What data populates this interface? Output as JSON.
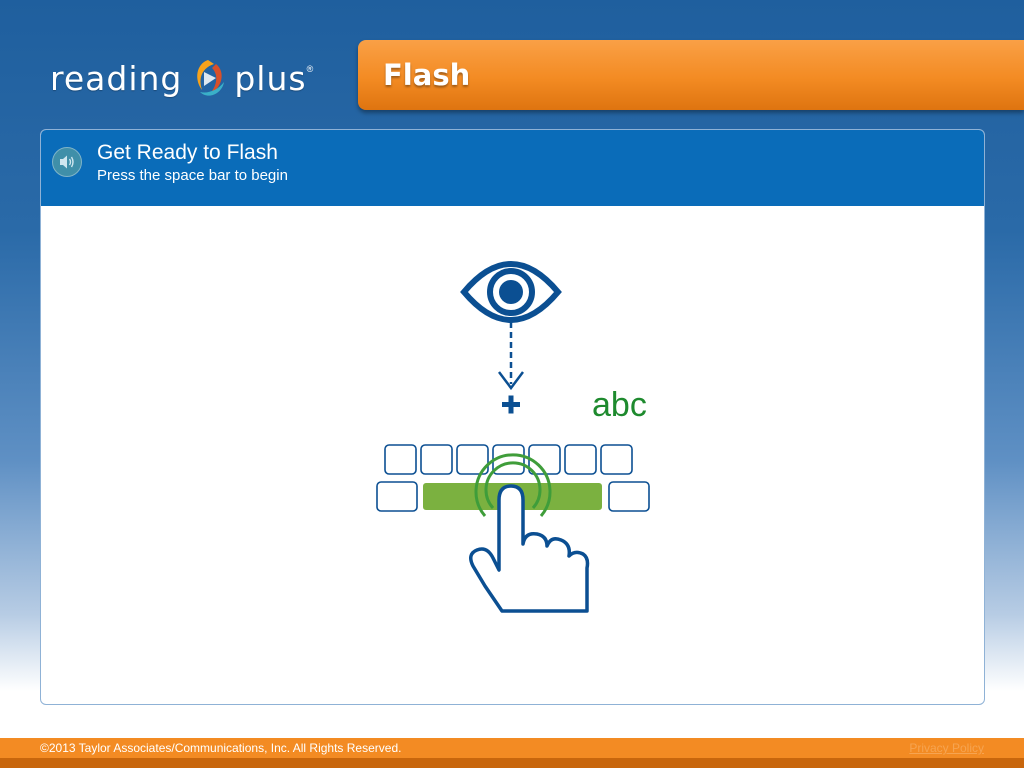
{
  "header": {
    "logo_word_left": "reading",
    "logo_word_right": "plus",
    "logo_reg": "®",
    "title": "Flash"
  },
  "panel": {
    "title": "Get Ready to Flash",
    "subtitle": "Press the space bar to begin",
    "sample_text": "abc"
  },
  "footer": {
    "copyright": "©2013 Taylor Associates/Communications, Inc. All Rights Reserved.",
    "privacy_link": "Privacy Policy"
  },
  "colors": {
    "brand_blue": "#0a6cb9",
    "accent_orange": "#f38b23",
    "icon_navy": "#0b4f92",
    "space_green": "#7bb140",
    "text_green": "#1e8a2e"
  },
  "icons": [
    "speaker-icon",
    "eye-icon",
    "arrow-down-icon",
    "plus-icon",
    "keyboard-icon",
    "hand-pointer-icon"
  ]
}
